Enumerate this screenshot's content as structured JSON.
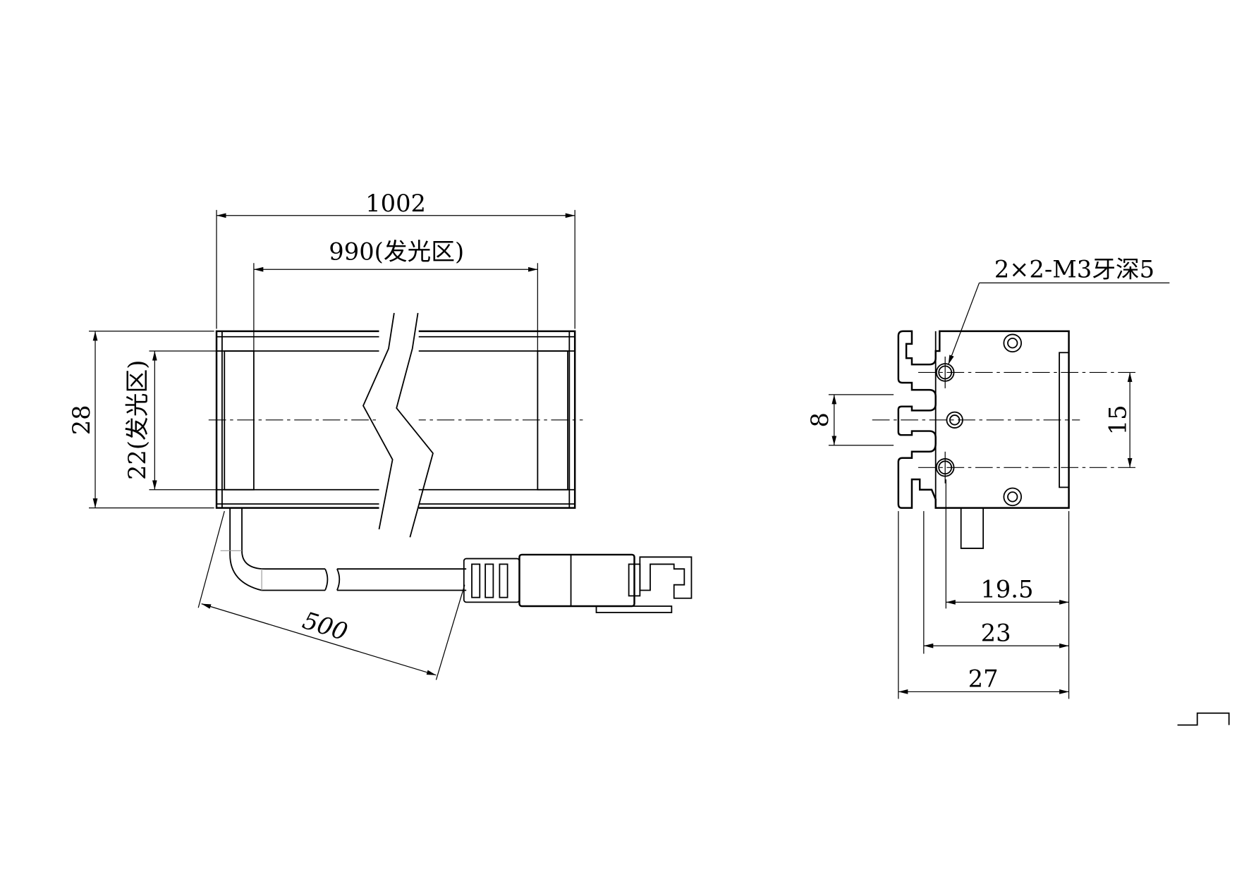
{
  "front_view": {
    "overall_length": "1002",
    "emitting_length": "990(发光区)",
    "overall_height": "28",
    "emitting_height": "22(发光区)",
    "cable_length": "500"
  },
  "side_view": {
    "thread_callout": "2×2-M3牙深5",
    "hole_spacing_small": "8",
    "hole_spacing_large": "15",
    "dim_19_5": "19.5",
    "dim_23": "23",
    "dim_27": "27"
  }
}
